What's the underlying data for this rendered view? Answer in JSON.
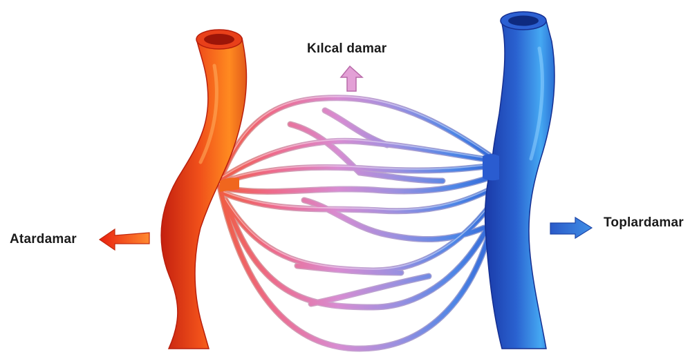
{
  "labels": {
    "capillary": "Kılcal damar",
    "artery": "Atardamar",
    "vein": "Toplardamar"
  },
  "colors": {
    "artery_dark": "#d8321a",
    "artery_light": "#ff8a1e",
    "vein_dark": "#1e46b8",
    "vein_light": "#3fa0f0",
    "capillary_pink": "#e08ac8",
    "capillary_violet": "#b08ad8",
    "arrow_artery": "#ef3d17",
    "arrow_vein": "#2e6ed0",
    "arrow_capillary": "#d98cc8",
    "text": "#1a1a1a"
  },
  "icons": {
    "artery_arrow": "arrow-left-icon",
    "vein_arrow": "arrow-right-icon",
    "capillary_arrow": "arrow-up-icon"
  }
}
